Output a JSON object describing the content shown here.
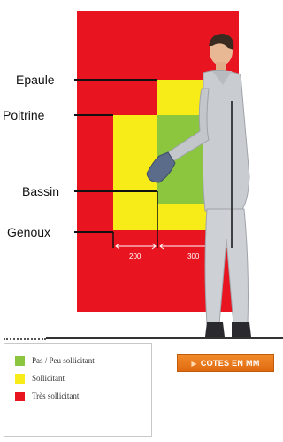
{
  "diagram": {
    "labels": {
      "epaule": "Epaule",
      "poitrine": "Poitrine",
      "bassin": "Bassin",
      "genoux": "Genoux"
    },
    "dimensions": {
      "left": "200",
      "right": "300"
    },
    "colors": {
      "tres_sollicitant": "#e8141f",
      "sollicitant": "#f7ec18",
      "peu_sollicitant": "#8cc63f"
    }
  },
  "legend": {
    "items": [
      {
        "color": "#8cc63f",
        "label": "Pas / Peu sollicitant"
      },
      {
        "color": "#f7ec18",
        "label": "Sollicitant"
      },
      {
        "color": "#e8141f",
        "label": "Très sollicitant"
      }
    ]
  },
  "button": {
    "label": "COTES EN MM",
    "icon": "arrow-right-icon"
  }
}
